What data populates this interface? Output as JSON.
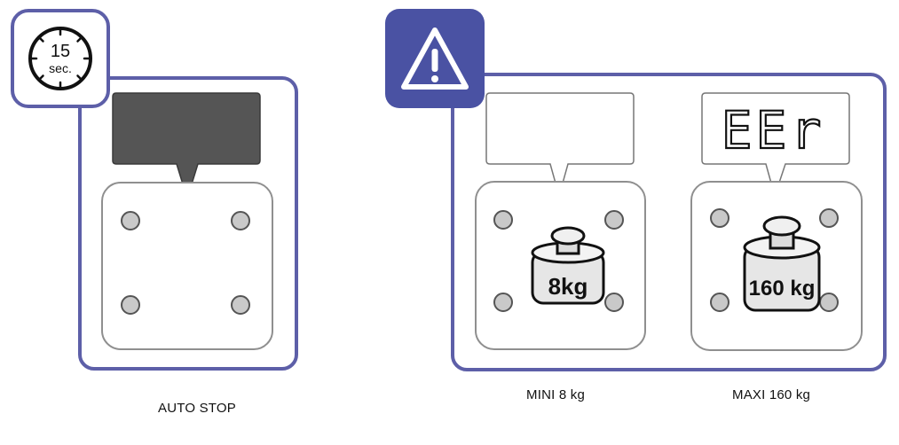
{
  "timer": {
    "value": "15",
    "unit": "sec."
  },
  "err_display": {
    "text": "EEr"
  },
  "weights": {
    "mini_label": "8kg",
    "maxi_label": "160 kg"
  },
  "captions": {
    "auto_stop": "AUTO STOP",
    "mini": "MINI 8 kg",
    "maxi": "MAXI 160 kg"
  },
  "colors": {
    "frame": "#5d5fa8",
    "warning": "#4a52a3",
    "display_dark": "#555555",
    "foot": "#c9c9c9"
  }
}
